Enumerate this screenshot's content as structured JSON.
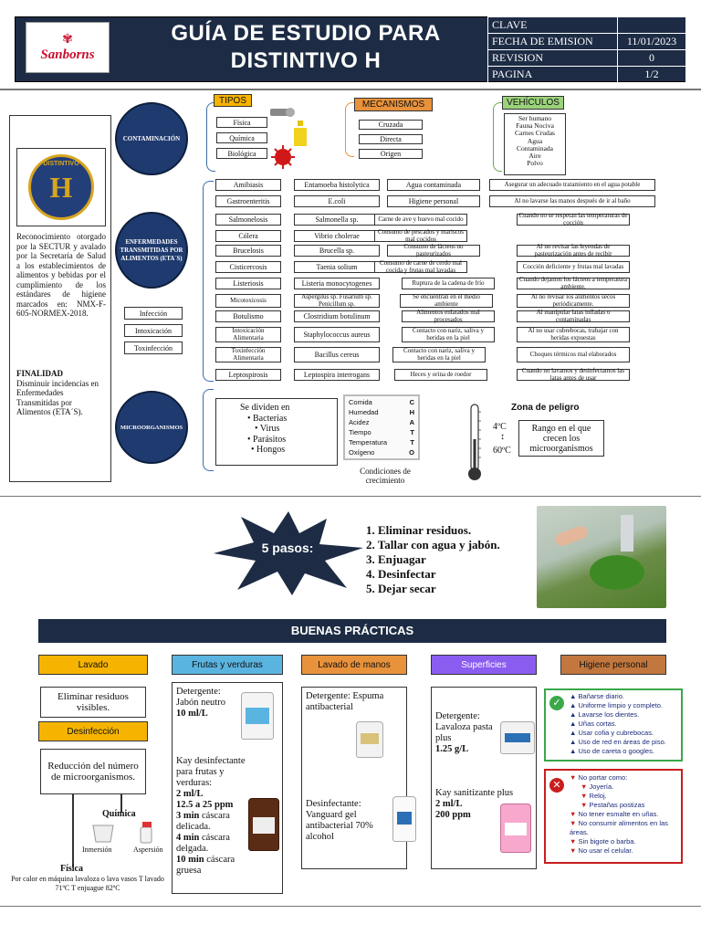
{
  "header": {
    "brand": "Sanborns",
    "title_line1": "GUÍA DE ESTUDIO PARA",
    "title_line2": "DISTINTIVO H",
    "meta": [
      {
        "k": "CLAVE",
        "v": ""
      },
      {
        "k": "FECHA DE EMISION",
        "v": "11/01/2023"
      },
      {
        "k": "REVISION",
        "v": "0"
      },
      {
        "k": "PAGINA",
        "v": "1/2"
      }
    ]
  },
  "left": {
    "badge": "DISTINTIVO",
    "badge_letter": "H",
    "text": "Reconocimiento otorgado por la SECTUR y avalado por la Secretaría de Salud a los establecimientos de alimentos y bebidas por el cumplimiento de los estándares de higiene marcados en: NMX-F-605-NORMEX-2018.",
    "finalidad_title": "FINALIDAD",
    "finalidad_text": "Disminuir incidencias en Enfermedades Transmitidas por Alimentos (ETA´S)."
  },
  "contaminacion": {
    "label": "CONTAMINACIÓN",
    "tipos_title": "TIPOS",
    "tipos": [
      "Física",
      "Química",
      "Biológica"
    ],
    "mecanismos_title": "MECANISMOS",
    "mecanismos": [
      "Cruzada",
      "Directa",
      "Origen"
    ],
    "vehiculos_title": "VEHÍCULOS",
    "vehiculos": [
      "Ser humano",
      "Fauna Nociva",
      "Carnes Crudas",
      "Agua",
      "Contaminada",
      "Aire",
      "Polvo"
    ]
  },
  "eta": {
    "label": "ENFERMEDADES TRANSMITIDAS POR ALIMENTOS (ETA´S)",
    "tipos": [
      "Infección",
      "Intoxicación",
      "Toxinfección"
    ],
    "rows": [
      {
        "d": "Amibiasis",
        "a": "Entamoeba histolytica",
        "c": "Agua contaminada",
        "p": "Asegurar un adecuado tratamiento en el agua potable"
      },
      {
        "d": "Gastroenteritis",
        "a": "E.coli",
        "c": "Higiene personal",
        "p": "Al no lavarse las manos después de ir al baño"
      },
      {
        "d": "Salmonelosis",
        "a": "Salmonella sp.",
        "c": "Carne de ave y huevo mal cocido",
        "p": "Cuando no se respetan las temperaturas de cocción"
      },
      {
        "d": "Cólera",
        "a": "Vibrio cholerae",
        "c": "Consumo de pescados y mariscos mal cocidos",
        "p": ""
      },
      {
        "d": "Brucelosis",
        "a": "Brucella sp.",
        "c": "Consumo de lácteos no pasteurizados",
        "p": "Al no revisar las leyendas de pasteurización antes de recibir"
      },
      {
        "d": "Cisticercosis",
        "a": "Taenia solium",
        "c": "Consumo de carne de cerdo mal cocida y frutas mal lavadas",
        "p": "Cocción deficiente y frutas mal lavadas"
      },
      {
        "d": "Listeriosis",
        "a": "Listeria monocytogenes",
        "c": "Ruptura de la cadena de frío",
        "p": "Cuando dejamos los lácteos a temperatura ambiente."
      },
      {
        "d": "Micotoxicosis",
        "a": "Aspergilus sp. Fusarium sp. Penicillum sp.",
        "c": "Se encuentran en el medio ambiente",
        "p": "Al no revisar los alimentos secos periódicamente."
      },
      {
        "d": "Botulismo",
        "a": "Clostridium botulinum",
        "c": "Alimentos enlatados mal procesados",
        "p": "Al manipular latas infladas o contaminadas"
      },
      {
        "d": "Intoxicación Alimentaria",
        "a": "Staphylococcus aureus",
        "c": "Contacto con nariz, saliva y heridas en la piel",
        "p": "Al no usar cubrebocas, trabajar con heridas expuestas"
      },
      {
        "d": "Toxinfección Alimentaria",
        "a": "Bacillus cereus",
        "c": "Contacto con nariz, saliva y heridas en la piel",
        "p": "Choques térmicos mal elaborados"
      },
      {
        "d": "Leptospirosis",
        "a": "Leptospira interrogans",
        "c": "Heces y orina de roedor",
        "p": "Cuando no lavamos y desinfectamos las latas antes de usar"
      }
    ]
  },
  "micro": {
    "label": "MICROORGANISMOS",
    "intro": "Se dividen en",
    "list": [
      "Bacterias",
      "Virus",
      "Parásitos",
      "Hongos"
    ],
    "factors": [
      {
        "f": "Comida",
        "l": "C"
      },
      {
        "f": "Humedad",
        "l": "H"
      },
      {
        "f": "Acidez",
        "l": "A"
      },
      {
        "f": "Tiempo",
        "l": "T"
      },
      {
        "f": "Temperatura",
        "l": "T"
      },
      {
        "f": "Oxígeno",
        "l": "O"
      }
    ],
    "factors_caption": "Condiciones de crecimiento",
    "zona": "Zona de peligro",
    "t_low": "4ºC",
    "t_high": "60ºC",
    "rango": "Rango en el que crecen los microorganismos"
  },
  "pasos": {
    "title": "5 pasos:",
    "items": [
      "Eliminar residuos.",
      "Tallar con agua y jabón.",
      "Enjuagar",
      "Desinfectar",
      "Dejar secar"
    ]
  },
  "bp": {
    "title": "BUENAS PRÁCTICAS",
    "lavado": "Lavado",
    "lavado_text": "Eliminar residuos visibles.",
    "desinf": "Desinfección",
    "desinf_text": "Reducción del número de microorganismos.",
    "quimica": "Química",
    "inmersion": "Inmersión",
    "aspersion": "Aspersión",
    "fisica": "Física",
    "fisica_text": "Por calor en máquina lavaloza o lava vasos T lavado 71ºC T enjuague 82ºC",
    "frutas": "Frutas y verduras",
    "frutas_det": "Detergente: Jabón neutro",
    "frutas_det_amt": "10 ml/L",
    "frutas_des": "Kay desinfectante para frutas y verduras:",
    "frutas_des_amt": "2 ml/L",
    "frutas_ppm": "12.5 a 25 ppm",
    "frutas_t1": "3 min",
    "frutas_t1_txt": "cáscara delicada.",
    "frutas_t2": "4 min",
    "frutas_t2_txt": "cáscara delgada.",
    "frutas_t3": "10 min",
    "frutas_t3_txt": "cáscara gruesa",
    "manos": "Lavado de manos",
    "manos_det": "Detergente: Espuma antibacterial",
    "manos_des": "Desinfectante: Vanguard gel antibacterial 70% alcohol",
    "sup": "Superficies",
    "sup_det": "Detergente: Lavaloza pasta plus",
    "sup_det_amt": "1.25 g/L",
    "sup_san": "Kay sanitizante plus",
    "sup_san_amt": "2 ml/L",
    "sup_ppm": "200 ppm",
    "hig": "Higiene personal",
    "hig_yes": [
      "Bañarse diario.",
      "Uniforme limpio y completo.",
      "Lavarse los dientes.",
      "Uñas cortas.",
      "Usar cofia y cubrebocas.",
      "Uso de red en áreas de piso.",
      "Uso de careta o googles."
    ],
    "hig_no": [
      "No portar como:",
      "Joyería.",
      "Reloj.",
      "Pestañas postizas",
      "No tener esmalte en uñas.",
      "No consumir alimentos en las áreas.",
      "Sin bigote o barba.",
      "No usar el celular."
    ]
  }
}
